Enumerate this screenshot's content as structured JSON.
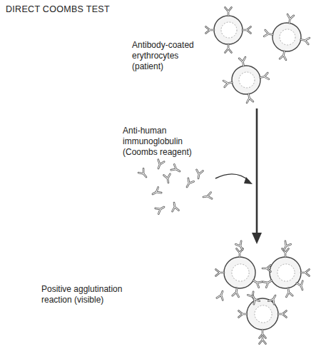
{
  "diagram": {
    "title": "DIRECT COOMBS TEST",
    "labels": [
      "Antibody-coated erythrocytes (patient)",
      "Anti-human immunoglobulin (Coombs reagent)",
      "Positive agglutination reaction (visible)"
    ]
  }
}
